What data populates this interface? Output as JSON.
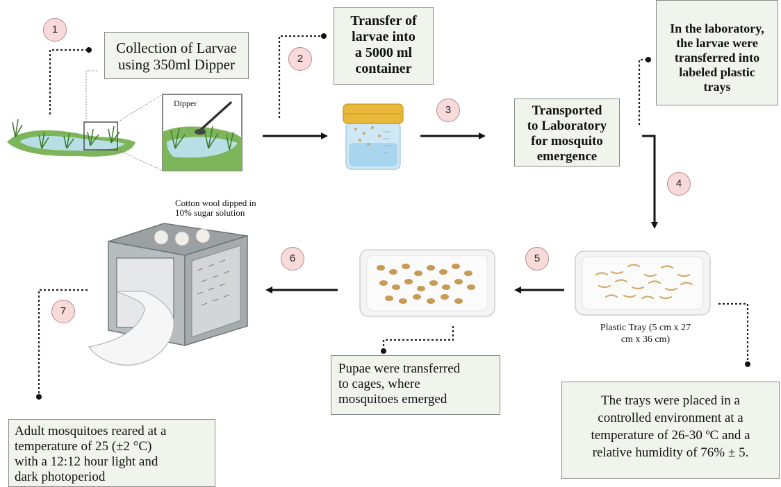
{
  "steps": [
    "1",
    "2",
    "3",
    "4",
    "5",
    "6",
    "7"
  ],
  "collection_box": [
    "Collection of Larvae",
    "using 350ml Dipper"
  ],
  "transfer_box": [
    "Transfer of",
    "larvae into",
    "a 5000 ml",
    "container"
  ],
  "laboratory_box": [
    "In the laboratory,",
    "the larvae were",
    "transferred into",
    "labeled plastic",
    "trays"
  ],
  "transported_box": [
    "Transported",
    "to Laboratory",
    "for mosquito",
    "emergence"
  ],
  "dipper_label": "Dipper",
  "cotton_label": [
    "Cotton wool dipped in",
    "10% sugar solution"
  ],
  "tray_label": [
    "Plastic Tray (5 cm x 27",
    "cm x 36 cm)"
  ],
  "pupae_box": [
    "Pupae were transferred",
    "to cages, where",
    "mosquitoes emerged"
  ],
  "trays_box": [
    "The trays were placed in a",
    "controlled environment at a",
    "temperature of 26-30 ºC and a",
    "relative humidity of 76% ± 5."
  ],
  "adult_box": [
    "Adult mosquitoes reared at a",
    "temperature of 25 (±2 °C)",
    "with a 12:12 hour light and",
    "dark photoperiod"
  ],
  "colors": {
    "box_fill": "#f1f4ec",
    "circle_fill": "#f8dada",
    "pond_grass": "#6aa04a",
    "pond_water": "#b9dfe6",
    "jar_lid": "#e8b83a",
    "cage_frame": "#8f9497",
    "tray_fill": "#f4f4f4",
    "larvae": "#d2ac6a"
  }
}
